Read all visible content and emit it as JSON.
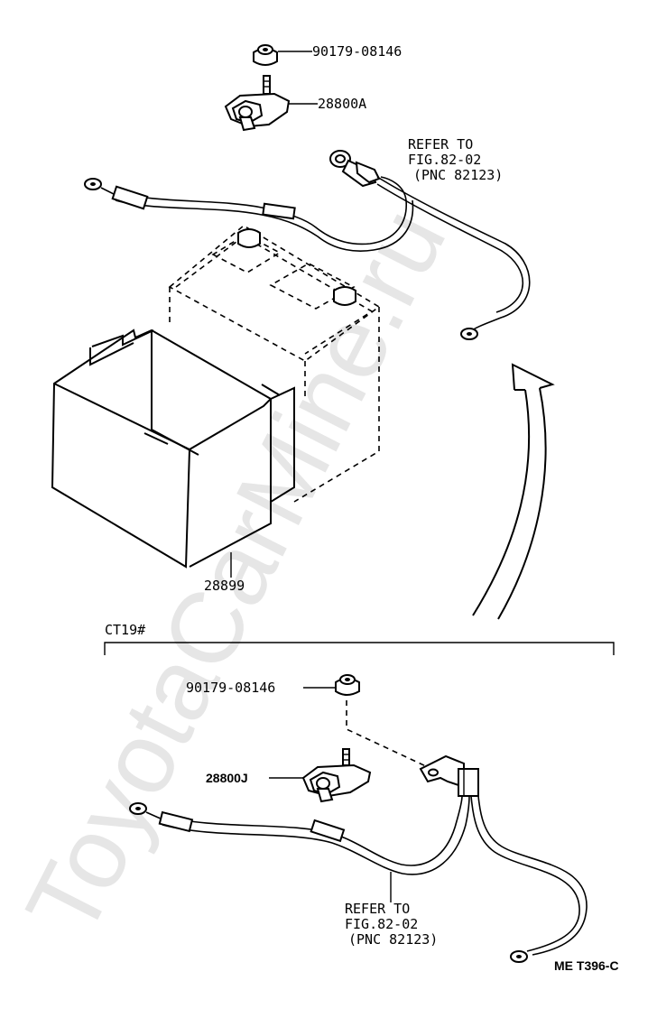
{
  "watermark": "ToyotaCarMine.ru",
  "top_section": {
    "labels": {
      "nut_part": "90179-08146",
      "terminal_part": "28800A",
      "tray_part": "28899",
      "refer_line1": "REFER TO",
      "refer_line2": "FIG.82-02",
      "refer_line3": "(PNC 82123)"
    }
  },
  "bottom_section": {
    "variant_code": "CT19#",
    "labels": {
      "nut_part": "90179-08146",
      "terminal_part": "28800J",
      "refer_line1": "REFER TO",
      "refer_line2": "FIG.82-02",
      "refer_line3": "(PNC 82123)"
    }
  },
  "figure_code": "ME T396-C"
}
